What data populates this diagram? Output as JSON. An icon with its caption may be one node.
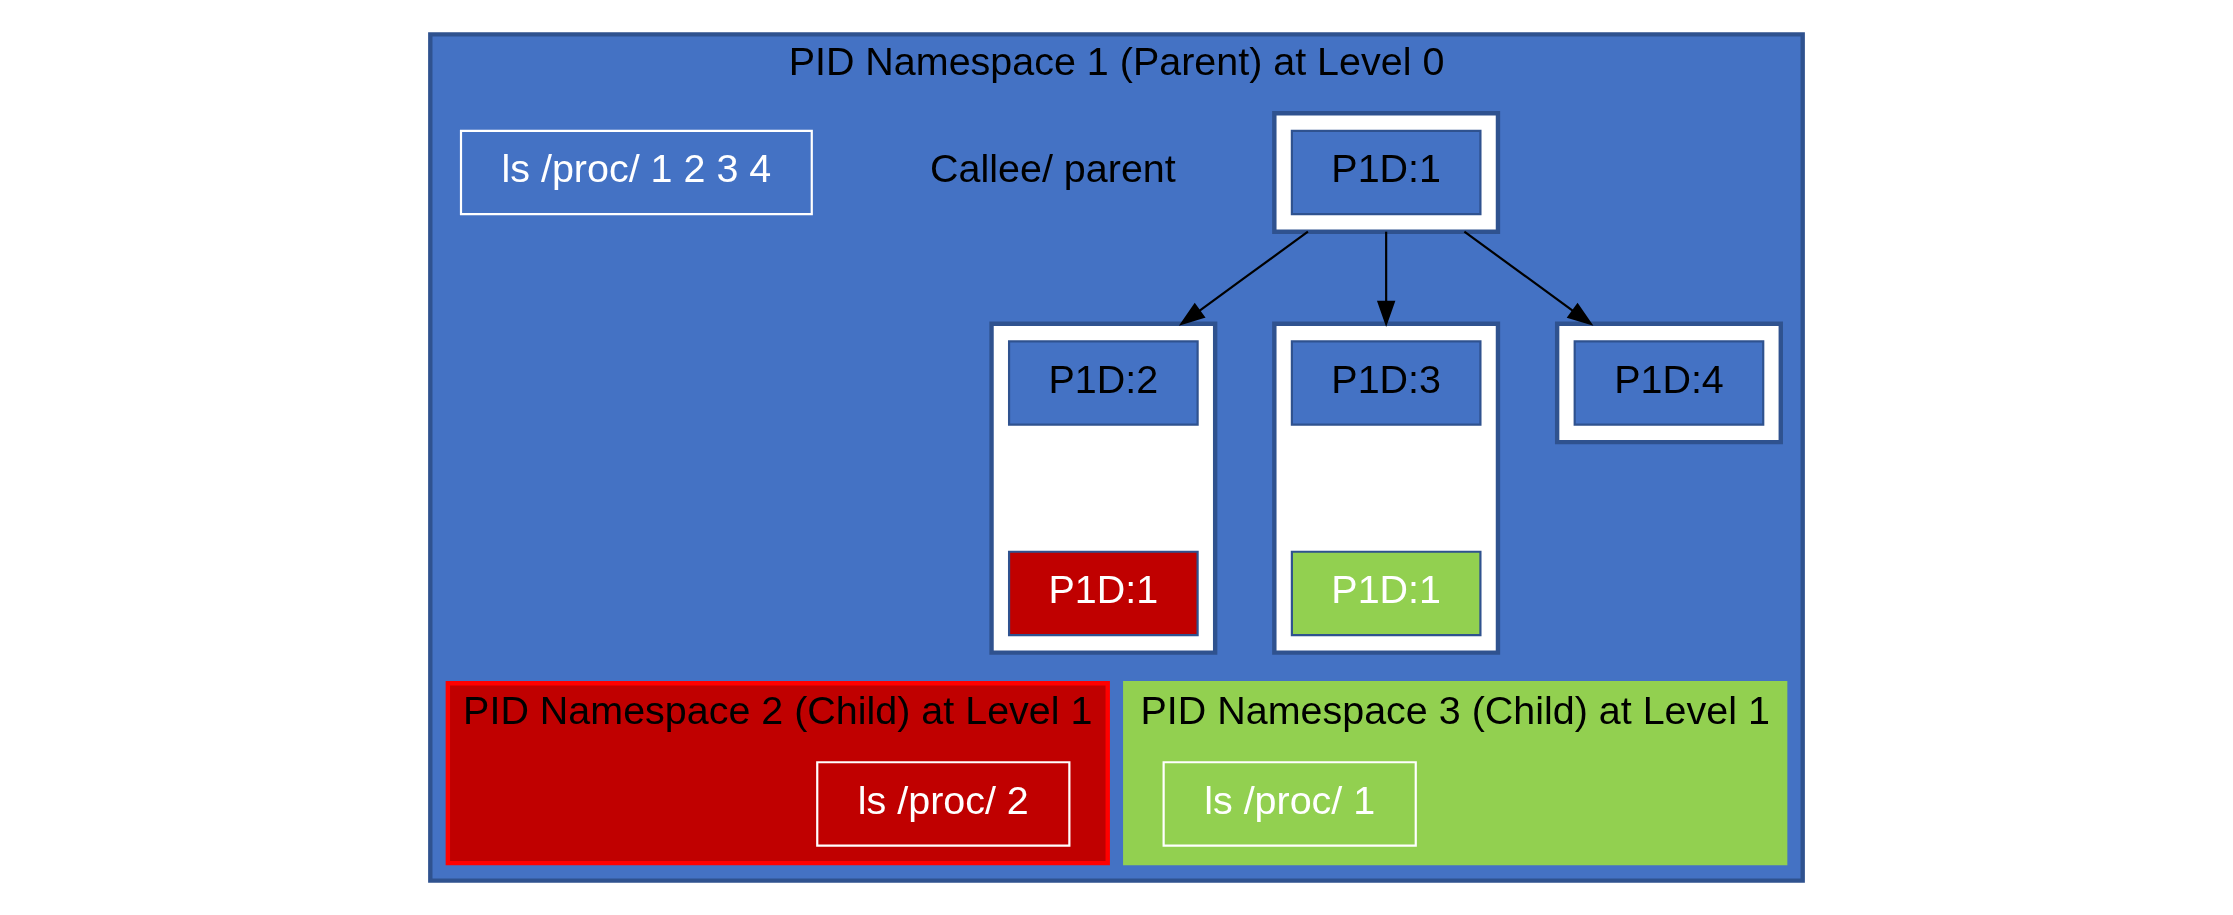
{
  "diagram": {
    "nodes": [
      {
        "text": [
          "PID Namespace 1 (Parent) at Level 0"
        ]
      },
      {
        "text": [],
        "shape": "box",
        "in": 0,
        "beside": [
          "Callee/ parent"
        ]
      },
      {
        "text": [
          "P1D:1"
        ],
        "in": 1
      },
      {
        "text": [],
        "shape": "box",
        "in": 0
      },
      {
        "text": [
          "P1D:2"
        ],
        "in": 3
      },
      {
        "text": [
          "P1D:1"
        ],
        "in": 3
      },
      {
        "text": [],
        "shape": "box",
        "in": 0
      },
      {
        "text": [
          "P1D:3"
        ],
        "in": 6
      },
      {
        "text": [
          "P1D:1"
        ],
        "in": 6
      },
      {
        "text": [],
        "shape": "box",
        "in": 0
      },
      {
        "text": [
          "P1D:4"
        ],
        "in": 9
      },
      {
        "text": [
          "ls /proc/ 1 2 3 4"
        ],
        "in": 0
      },
      {
        "text": [
          "PID Namespace 2 (Child) at Level 1"
        ],
        "in": 0
      },
      {
        "text": [
          "ls /proc/ 2"
        ],
        "in": 12
      },
      {
        "text": [
          "PID Namespace 3 (Child) at Level 1"
        ],
        "in": 0
      },
      {
        "text": [
          "ls /proc/ 1"
        ],
        "in": 14
      }
    ],
    "edges": [
      {
        "from": 1,
        "to": 3,
        "arrow": "to"
      },
      {
        "from": 1,
        "to": 6,
        "arrow": "to"
      },
      {
        "from": 1,
        "to": 9,
        "arrow": "to"
      }
    ]
  }
}
